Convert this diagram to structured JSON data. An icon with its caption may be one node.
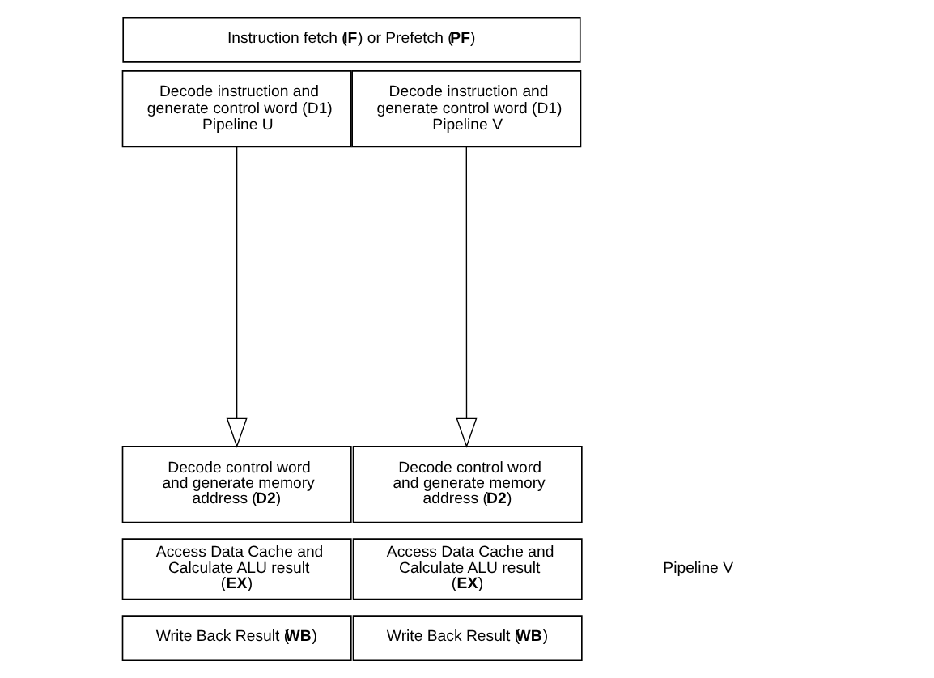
{
  "diagram": {
    "nodes": [
      {
        "text": [
          "Instruction fetch (**IF**) or Prefetch (**PF**)"
        ]
      },
      {
        "text": [
          "Decode instruction and generate control word (D1) Pipeline U"
        ]
      },
      {
        "text": [
          "Decode instruction and generate control word (D1) Pipeline V"
        ]
      },
      {
        "text": [
          "Decode control word and generate memory address (**D2**)"
        ]
      },
      {
        "text": [
          "Access Data Cache and Calculate ALU result (**EX**)"
        ]
      },
      {
        "text": [
          "Write Back Result (**WB**)"
        ]
      },
      {
        "text": [
          "Decode control word and generate memory address (**D2**)"
        ]
      },
      {
        "text": [
          "Access Data Cache and Calculate ALU result (**EX**)"
        ]
      },
      {
        "text": [
          "Write Back Result (**WB**)"
        ]
      }
    ],
    "edges": [
      {
        "from": 1,
        "to": 3,
        "arrow": "to"
      },
      {
        "from": 2,
        "to": 6,
        "arrow": "to"
      }
    ],
    "labels": [
      "Pipeline V"
    ]
  }
}
